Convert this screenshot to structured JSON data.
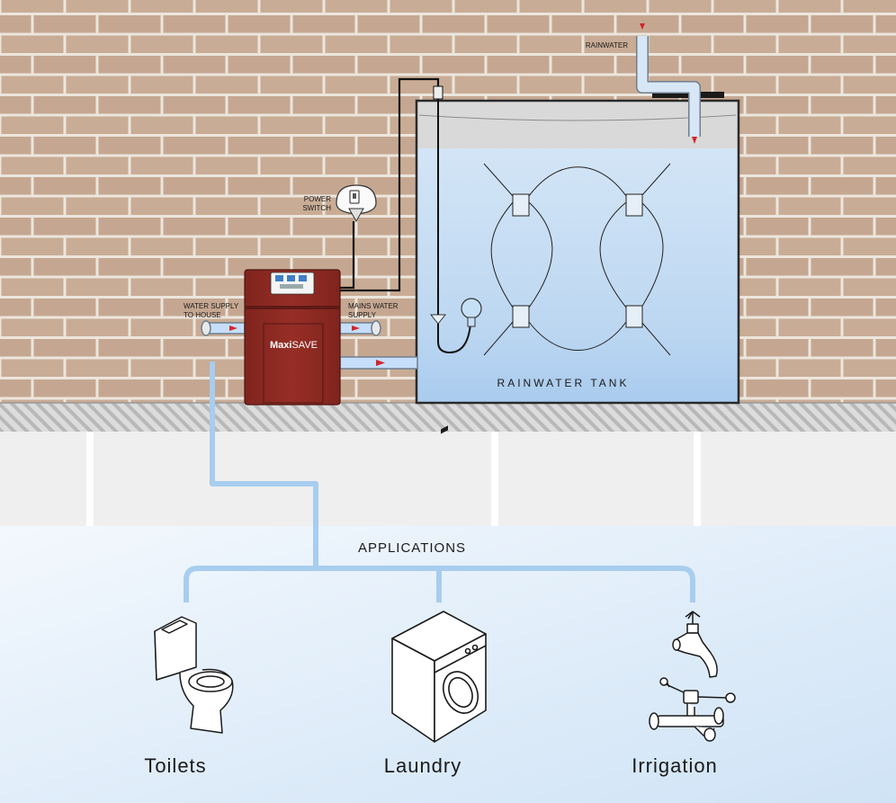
{
  "labels": {
    "rainwater_inlet": "RAINWATER",
    "power_switch_line1": "POWER",
    "power_switch_line2": "SWITCH",
    "water_supply_line1": "WATER SUPPLY",
    "water_supply_line2": "TO HOUSE",
    "mains_water_line1": "MAINS WATER",
    "mains_water_line2": "SUPPLY",
    "pump_brand_bold": "Maxi",
    "pump_brand_light": "SAVE",
    "tank": "RAINWATER TANK",
    "applications": "APPLICATIONS"
  },
  "applications": [
    {
      "label": "Toilets",
      "icon": "toilet-icon"
    },
    {
      "label": "Laundry",
      "icon": "washing-machine-icon"
    },
    {
      "label": "Irrigation",
      "icon": "garden-tap-icon"
    }
  ],
  "colors": {
    "brick": "#c7aa92",
    "mortar": "#ece6dd",
    "brick_dark": "#b69a85",
    "pump": "#8e2a22",
    "water": "#bcd8f2",
    "pipe_blue": "#9ec9ee",
    "flow_arrow": "#d0262b"
  }
}
